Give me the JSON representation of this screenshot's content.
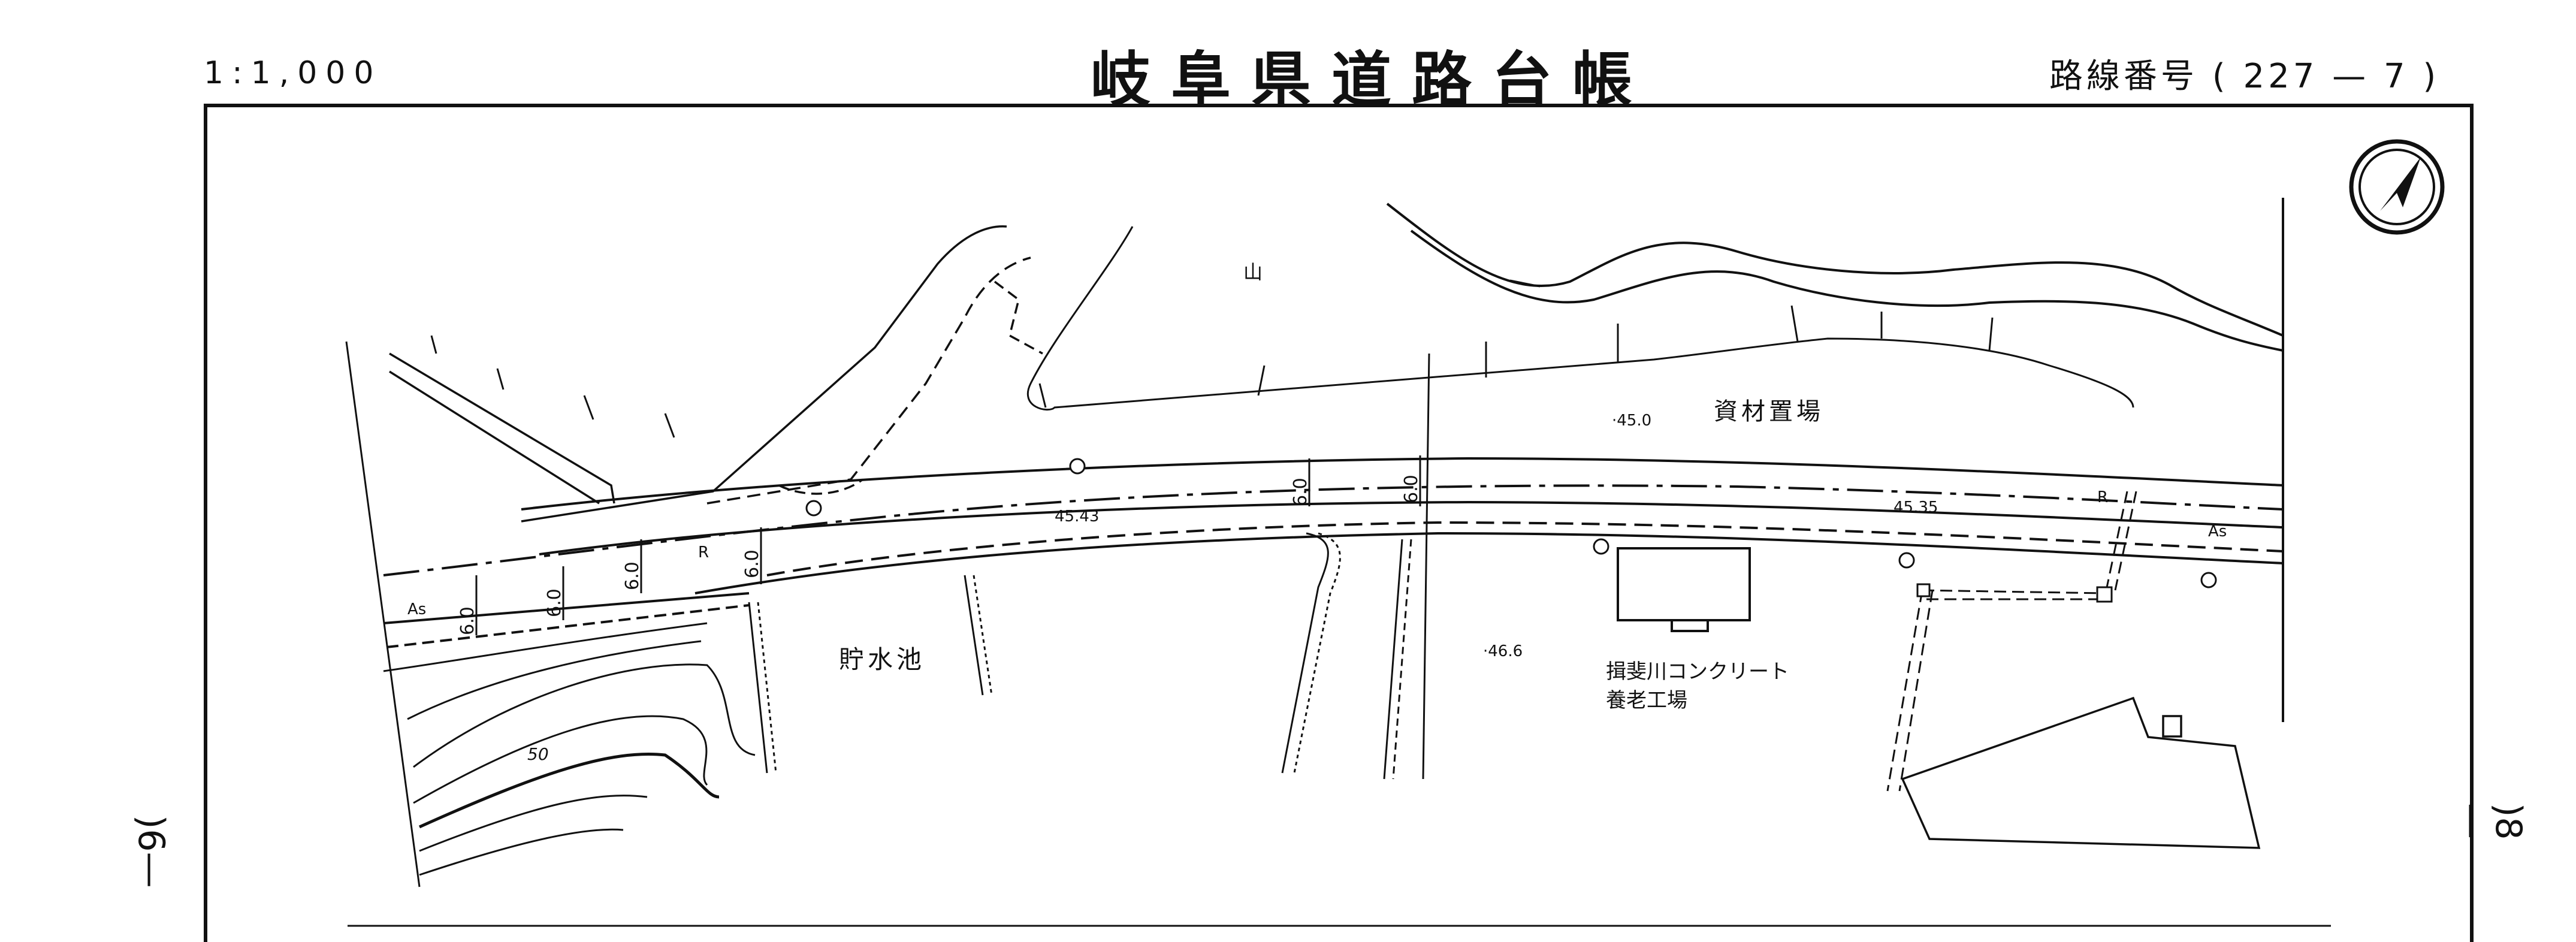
{
  "header": {
    "scale": "1:1,000",
    "title": "岐阜県道路台帳",
    "route_prefix": "路線番号",
    "route_value": "( 227 — 7 )"
  },
  "side": {
    "left_label": ")6—",
    "right_label": ")8—"
  },
  "labels": {
    "mountain": "山",
    "material_yard": "資材置場",
    "reservoir": "貯水池",
    "factory_line1": "揖斐川コンクリート",
    "factory_line2": "養老工場",
    "as_left": "As",
    "as_right": "As",
    "r_left": "R",
    "r_right": "R",
    "contour_50": "50"
  },
  "elevations": {
    "e1": "·45.0",
    "e2": "45.43",
    "e3": "45.35",
    "e4": "·46.6"
  },
  "widths": [
    "6.0",
    "6.0",
    "6.0",
    "6.0",
    "6.0",
    "6.0"
  ],
  "icons": {
    "north": "north-arrow-icon"
  }
}
